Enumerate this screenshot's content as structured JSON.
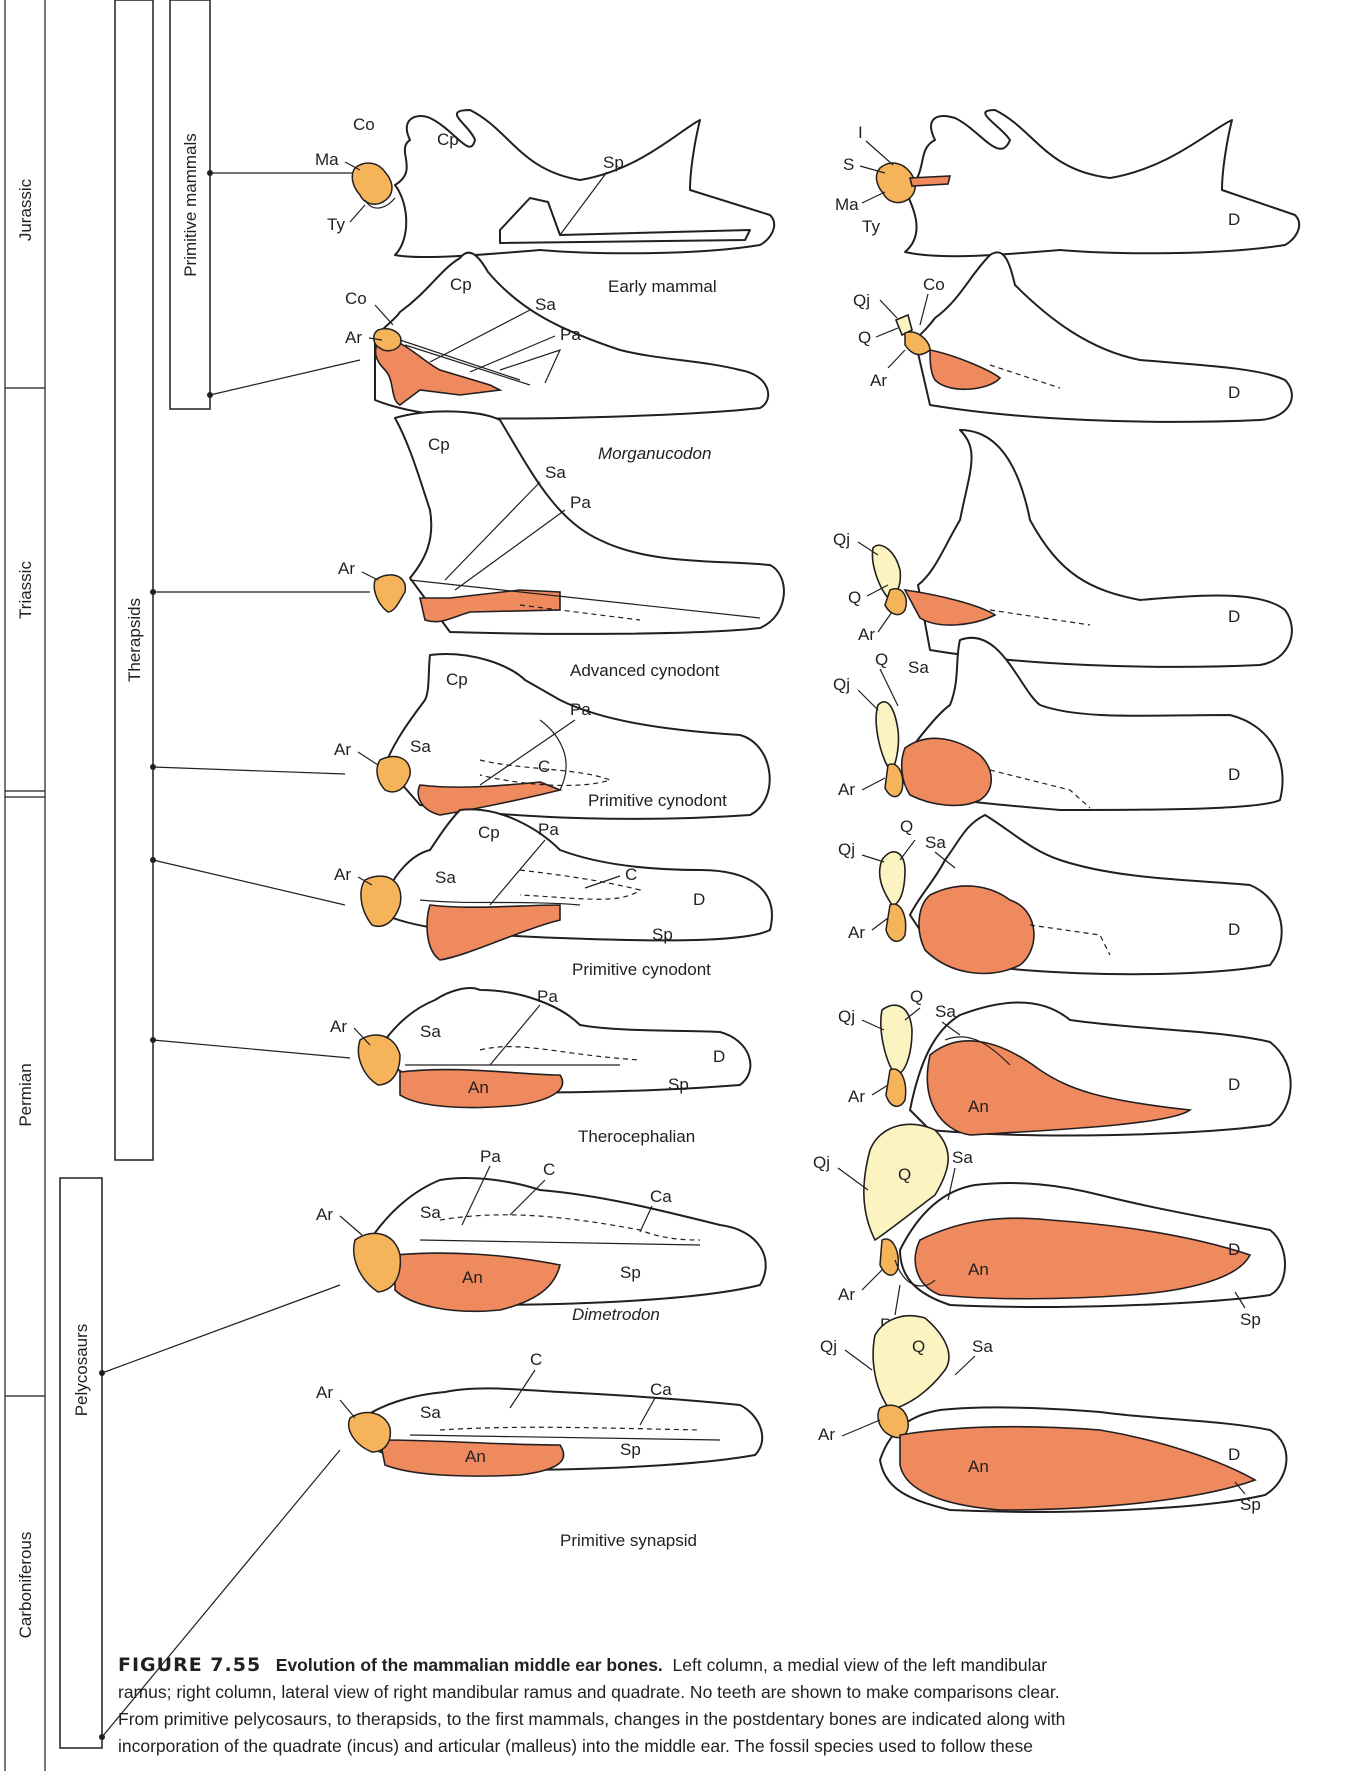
{
  "periods": [
    "Jurassic",
    "Triassic",
    "Permian",
    "Carboniferous"
  ],
  "groups": [
    "Primitive mammals",
    "Therapsids",
    "Pelycosaurs"
  ],
  "stages": [
    {
      "name": "Early mammal",
      "italic": false,
      "left_labels": [
        "Co",
        "Cp",
        "Ma",
        "Sp",
        "Ty"
      ],
      "right_labels": [
        "I",
        "S",
        "Ma",
        "Ty",
        "D"
      ]
    },
    {
      "name": "Morganucodon",
      "italic": true,
      "left_labels": [
        "Cp",
        "Co",
        "Sa",
        "Ar",
        "Pa"
      ],
      "right_labels": [
        "Qj",
        "Co",
        "Q",
        "Ar",
        "D"
      ]
    },
    {
      "name": "Advanced cynodont",
      "italic": false,
      "left_labels": [
        "Cp",
        "Sa",
        "Pa",
        "Ar"
      ],
      "right_labels": [
        "Qj",
        "Q",
        "Ar",
        "D"
      ]
    },
    {
      "name": "Primitive cynodont",
      "italic": false,
      "left_labels": [
        "Cp",
        "Pa",
        "Ar",
        "Sa",
        "C"
      ],
      "right_labels": [
        "Qj",
        "Q",
        "Sa",
        "Ar",
        "D"
      ]
    },
    {
      "name": "Primitive cynodont",
      "italic": false,
      "left_labels": [
        "Cp",
        "Pa",
        "C",
        "Ar",
        "Sa",
        "D",
        "Sp"
      ],
      "right_labels": [
        "Qj",
        "Q",
        "Sa",
        "Ar",
        "D"
      ]
    },
    {
      "name": "Therocephalian",
      "italic": false,
      "left_labels": [
        "Pa",
        "Ar",
        "Sa",
        "D",
        "An",
        "Sp"
      ],
      "right_labels": [
        "Qj",
        "Q",
        "Sa",
        "Ar",
        "An",
        "D"
      ]
    },
    {
      "name": "Dimetrodon",
      "italic": true,
      "left_labels": [
        "Pa",
        "C",
        "Ca",
        "Sa",
        "Ar",
        "An",
        "Sp"
      ],
      "right_labels": [
        "Qj",
        "Q",
        "Sa",
        "Ar",
        "An",
        "D",
        "Pa",
        "Sp"
      ]
    },
    {
      "name": "Primitive synapsid",
      "italic": false,
      "left_labels": [
        "C",
        "Ar",
        "Sa",
        "Ca",
        "An",
        "Sp"
      ],
      "right_labels": [
        "Qj",
        "Q",
        "Sa",
        "Ar",
        "An",
        "D",
        "Sp"
      ]
    }
  ],
  "caption": {
    "figure": "FIGURE 7.55",
    "title": "Evolution of the mammalian middle ear bones.",
    "line1": "Left column, a medial view of the left mandibular",
    "line2": "ramus; right column, lateral view of right mandibular ramus and quadrate. No teeth are shown to make comparisons clear.",
    "line3": "From primitive pelycosaurs, to therapsids, to the first mammals, changes in the postdentary bones are indicated along with",
    "line4": "incorporation of the quadrate (incus) and articular (malleus) into the middle ear. The fossil species used to follow these"
  },
  "colors": {
    "angular": "#ef8a5e",
    "articular": "#f6b45a",
    "quadrate": "#fbf4c0",
    "line": "#231f20"
  }
}
